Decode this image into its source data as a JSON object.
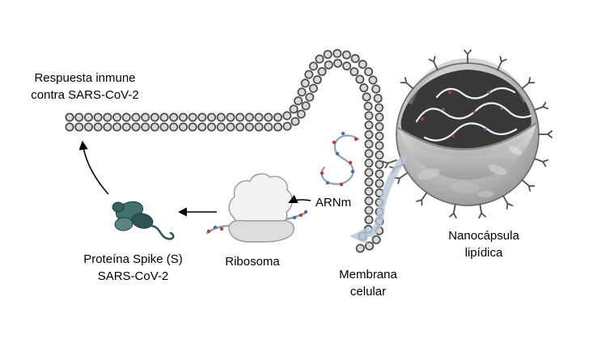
{
  "labels": {
    "immune_response": "Respuesta inmune\ncontra SARS-CoV-2",
    "mrna": "ARNm",
    "ribosome": "Ribosoma",
    "spike_protein": "Proteína Spike (S)\nSARS-CoV-2",
    "cell_membrane": "Membrana\ncelular",
    "nanocapsule": "Nanocápsula\nlipídica"
  },
  "colors": {
    "membrane_dot_outline": "#4a4a4a",
    "membrane_dot_fill": "#d9d9d9",
    "capsule_interior": "#383838",
    "capsule_shell": "#c9c9c9",
    "spike_protein_teal": "#3f6a6a",
    "entry_arrow_blue": "#b7c6d6",
    "arrow_black": "#000000",
    "mrna_strand": "#8fa3b0",
    "mrna_tick_red": "#b54040",
    "mrna_tick_blue": "#4a6fa5"
  }
}
